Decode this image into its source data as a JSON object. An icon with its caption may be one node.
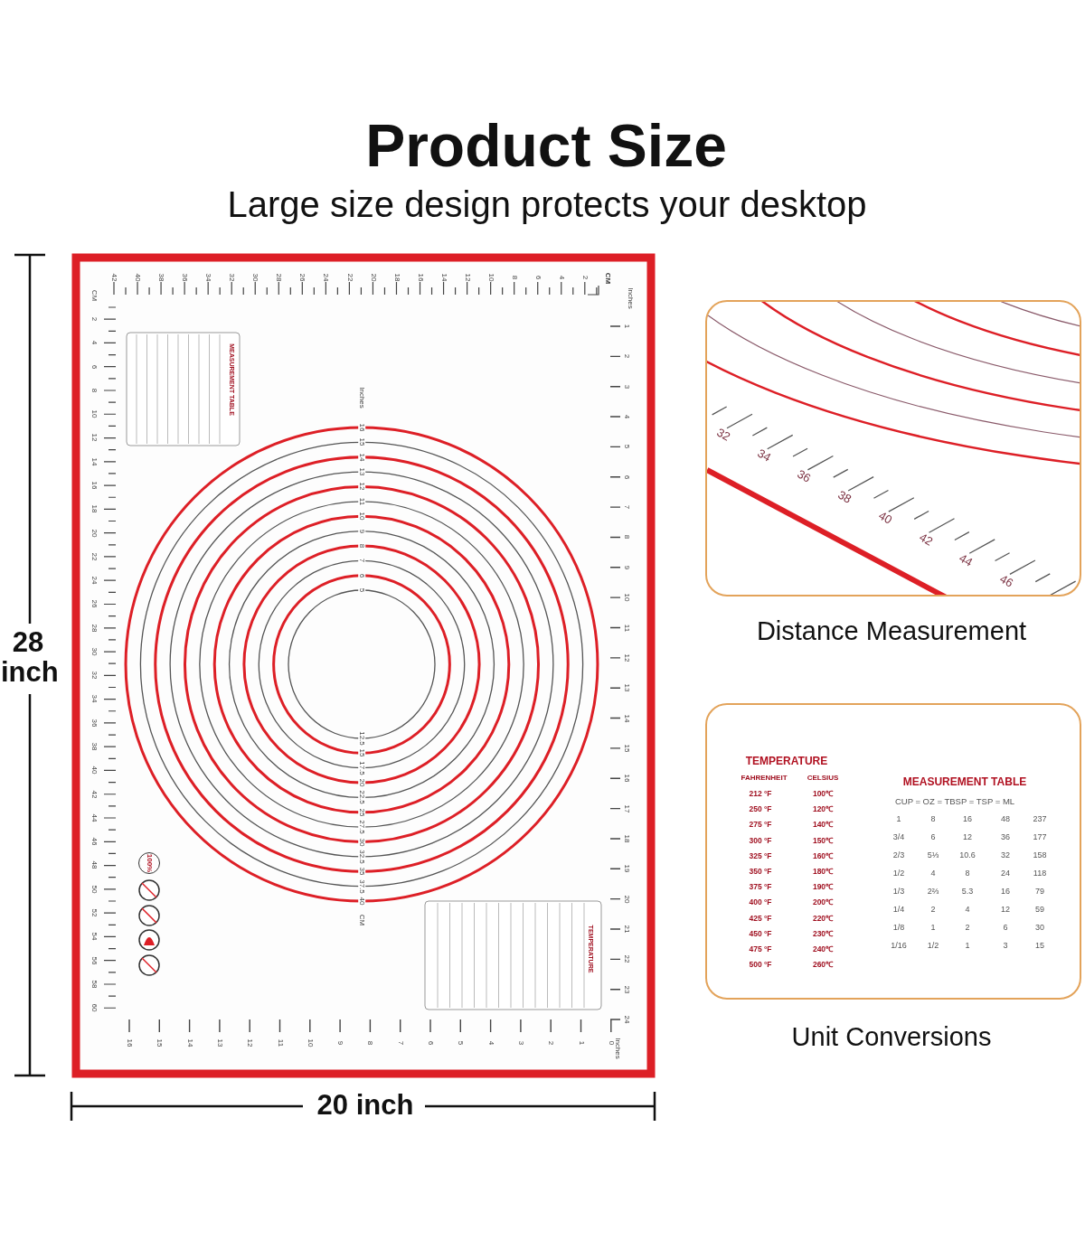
{
  "diagram": {
    "title": "Product Size",
    "labels": [
      "Large size design protects your desktop",
      "28 inch",
      "42",
      "40",
      "38",
      "36",
      "34",
      "32",
      "30",
      "28",
      "26",
      "24",
      "22",
      "20",
      "18",
      "16",
      "14",
      "12",
      "10",
      "8",
      "6",
      "4",
      "2",
      "CM",
      "Inches",
      "CM",
      "2",
      "4",
      "6",
      "8",
      "10",
      "12",
      "14",
      "16",
      "18",
      "20",
      "22",
      "24",
      "26",
      "28",
      "30",
      "32",
      "34",
      "36",
      "38",
      "40",
      "42",
      "44",
      "46",
      "48",
      "50",
      "52",
      "54",
      "56",
      "58",
      "60",
      "1",
      "2",
      "3",
      "4",
      "5",
      "6",
      "7",
      "8",
      "9",
      "10",
      "11",
      "12",
      "13",
      "14",
      "15",
      "16",
      "17",
      "18",
      "19",
      "20",
      "21",
      "22",
      "23",
      "24",
      "16",
      "15",
      "14",
      "13",
      "12",
      "11",
      "10",
      "9",
      "8",
      "7",
      "6",
      "5",
      "4",
      "3",
      "2",
      "1",
      "0",
      "Inches",
      "Inches",
      "16",
      "15",
      "14",
      "13",
      "12",
      "11",
      "10",
      "9",
      "8",
      "7",
      "6",
      "5",
      "12.5",
      "15",
      "17.5",
      "20",
      "22.5",
      "25",
      "27.5",
      "30",
      "32.5",
      "35",
      "37.5",
      "40",
      "CM",
      "MEASUREMENT TABLE",
      "TEMPERATURE",
      "100%",
      "32",
      "34",
      "36",
      "38",
      "40",
      "42",
      "44",
      "46",
      "Distance Measurement",
      "TEMPERATURE",
      "FAHRENHEIT",
      "CELSIUS",
      "212 °F",
      "100℃",
      "250 °F",
      "120℃",
      "275 °F",
      "140℃",
      "300 °F",
      "150℃",
      "325 °F",
      "160℃",
      "350 °F",
      "180℃",
      "375 °F",
      "190℃",
      "400 °F",
      "200℃",
      "425 °F",
      "220℃",
      "450 °F",
      "230℃",
      "475 °F",
      "240℃",
      "500 °F",
      "260℃",
      "MEASUREMENT TABLE",
      "CUP = OZ = TBSP = TSP = ML",
      "1",
      "8",
      "16",
      "48",
      "237",
      "3/4",
      "6",
      "12",
      "36",
      "177",
      "2/3",
      "5⅓",
      "10.6",
      "32",
      "158",
      "1/2",
      "4",
      "8",
      "24",
      "118",
      "1/3",
      "2⅔",
      "5.3",
      "16",
      "79",
      "1/4",
      "2",
      "4",
      "12",
      "59",
      "1/8",
      "1",
      "2",
      "6",
      "30",
      "1/16",
      "1/2",
      "1",
      "3",
      "15",
      "Unit Conversions",
      "20 inch"
    ]
  }
}
